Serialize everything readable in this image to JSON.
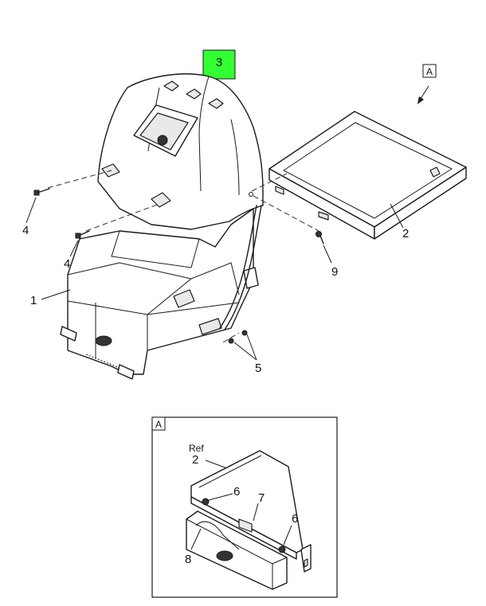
{
  "colors": {
    "highlight": "#33ff33",
    "line": "#1a1a1a",
    "background": "#ffffff"
  },
  "callouts": {
    "item_1": "1",
    "item_2": "2",
    "item_3": "3",
    "item_4a": "4",
    "item_4b": "4",
    "item_5": "5",
    "item_9": "9"
  },
  "view_flag": "A",
  "detail": {
    "flag": "A",
    "ref_text": "Ref",
    "item_2": "2",
    "item_6a": "6",
    "item_6b": "6",
    "item_7": "7",
    "item_8": "8"
  }
}
